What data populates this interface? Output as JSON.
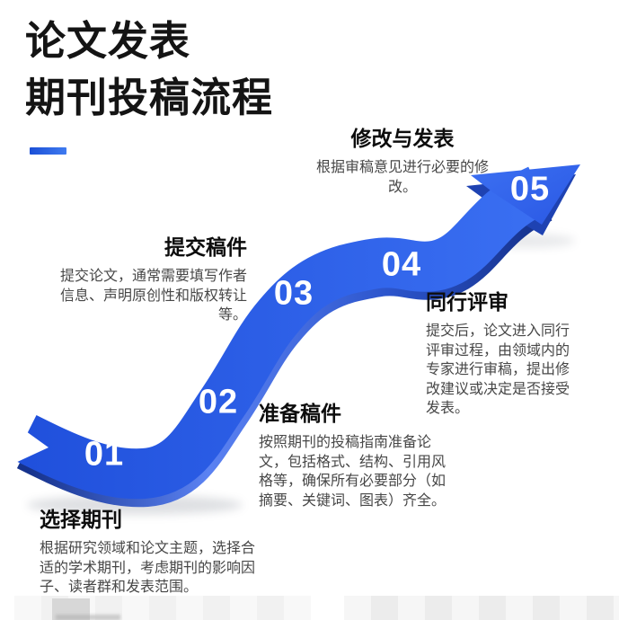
{
  "header": {
    "title_line1": "论文发表",
    "title_line2": "期刊投稿流程"
  },
  "steps": [
    {
      "number": "01",
      "title": "选择期刊",
      "desc": "根据研究领域和论文主题，选择合适的学术期刊，考虑期刊的影响因子、读者群和发表范围。"
    },
    {
      "number": "02",
      "title": "准备稿件",
      "desc": "按照期刊的投稿指南准备论文，包括格式、结构、引用风格等，确保所有必要部分（如摘要、关键词、图表）齐全。"
    },
    {
      "number": "03",
      "title": "提交稿件",
      "desc": "提交论文，通常需要填写作者信息、声明原创性和版权转让等。"
    },
    {
      "number": "04",
      "title": "同行评审",
      "desc": "提交后，论文进入同行评审过程，由领域内的专家进行审稿，提出修改建议或决定是否接受发表。"
    },
    {
      "number": "05",
      "title": "修改与发表",
      "desc": "根据审稿意见进行必要的修改。"
    }
  ],
  "colors": {
    "accent": "#2563eb",
    "ribbon_main_start": "#2050dc",
    "ribbon_main_end": "#3a6ff2",
    "ribbon_under_dark": "#16328c",
    "ribbon_under_light": "#5b82f2",
    "ribbon_under_mid": "#2c55cc",
    "arrow_head_light": "#3c70f2",
    "arrow_head_main": "#2a58e4",
    "arrow_head_under": "#1e42b2"
  }
}
